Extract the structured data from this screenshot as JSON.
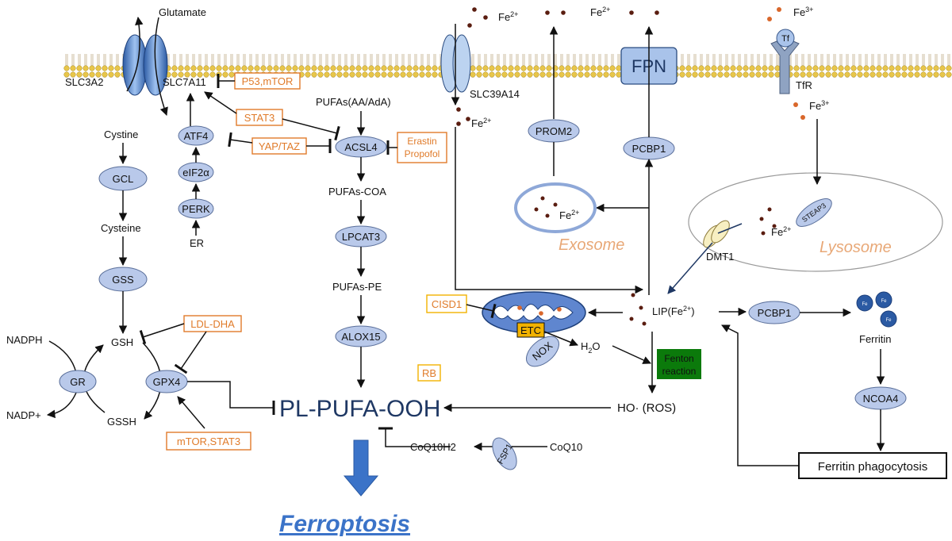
{
  "membrane": {
    "slc3a2": "SLC3A2",
    "slc7a11": "SLC7A11",
    "glutamate": "Glutamate",
    "slc39a14": "SLC39A14",
    "fpn": "FPN",
    "tf": "Tf",
    "tfr": "TfR"
  },
  "ions": {
    "fe2": "Fe",
    "fe2_sup": "2+",
    "fe3": "Fe",
    "fe3_sup": "3+",
    "fe_mini": "Fe"
  },
  "left_pathway": {
    "cystine": "Cystine",
    "gcl": "GCL",
    "cysteine": "Cysteine",
    "gss": "GSS",
    "gsh": "GSH",
    "gssh": "GSSH",
    "gr": "GR",
    "gpx4": "GPX4",
    "nadph": "NADPH",
    "nadp": "NADP+",
    "atf4": "ATF4",
    "eif2a": "eIF2α",
    "perk": "PERK",
    "er": "ER"
  },
  "regulators": {
    "p53_mtor": "P53,mTOR",
    "stat3": "STAT3",
    "yap_taz": "YAP/TAZ",
    "erastin": "Erastin",
    "propofol": "Propofol",
    "ldl_dha": "LDL-DHA",
    "mtor_stat3": "mTOR,STAT3",
    "rb": "RB",
    "cisd1": "CISD1"
  },
  "lipid_pathway": {
    "pufas": "PUFAs(AA/AdA)",
    "acsl4": "ACSL4",
    "pufas_coa": "PUFAs-COA",
    "lpcat3": "LPCAT3",
    "pufas_pe": "PUFAs-PE",
    "alox15": "ALOX15",
    "pl_pufa_ooh": "PL-PUFA-OOH",
    "ferroptosis": "Ferroptosis",
    "coq10h2": "CoQ10H2",
    "coq10": "CoQ10",
    "fsp1": "FSP1"
  },
  "iron_pathway": {
    "prom2": "PROM2",
    "pcbp1_top": "PCBP1",
    "exosome": "Exosome",
    "lysosome": "Lysosome",
    "steap3": "STEAP3",
    "dmt1": "DMT1",
    "lip": "LIP(Fe",
    "lip_sup": "2+",
    "lip_close": ")",
    "pcbp1_right": "PCBP1",
    "ferritin": "Ferritin",
    "ncoa4": "NCOA4",
    "ferritin_phagocytosis": "Ferritin phagocytosis",
    "etc": "ETC",
    "nox": "NOX",
    "h2o2": "H",
    "h2o2_sub": "2",
    "h2o2_o": "O",
    "fenton_line1": "Fenton",
    "fenton_line2": "reaction",
    "ho_ros": "HO· (ROS)"
  },
  "colors": {
    "node_fill": "#b9c9ea",
    "orange": "#e07b2a",
    "yellow_box": "#f2b200",
    "fpn_fill": "#a9c3ea",
    "fenton_bg": "#0b7a0b",
    "etc_bg": "#f2b200",
    "title_blue": "#1f3864",
    "ferroptosis_blue": "#3b73c8",
    "exosome_text": "#e8a877"
  }
}
